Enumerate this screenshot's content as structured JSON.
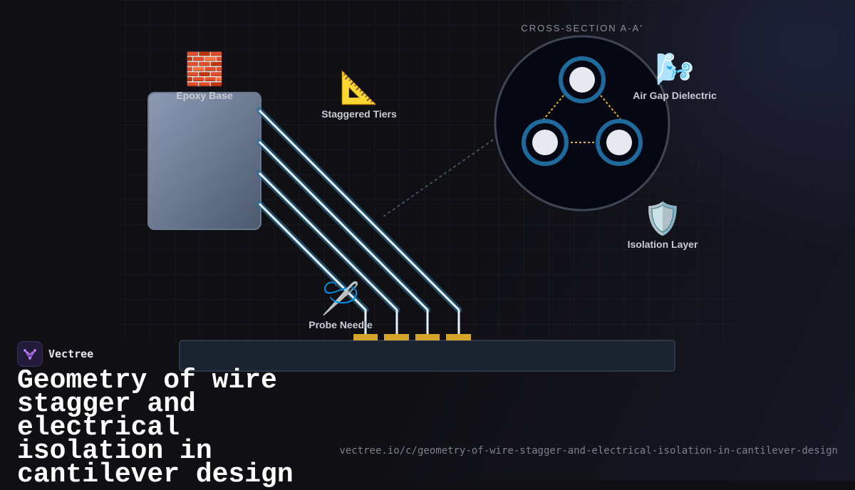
{
  "diagram": {
    "cross_section_title": "CROSS-SECTION A-A'",
    "labels": {
      "epoxy_base": "Epoxy Base",
      "staggered_tiers": "Staggered Tiers",
      "air_gap_dielectric": "Air Gap Dielectric",
      "isolation_layer": "Isolation Layer",
      "probe_needle": "Probe Needle"
    },
    "icons": {
      "epoxy_base": "🧱",
      "staggered_tiers": "📐",
      "air_gap_dielectric": "🌬️",
      "isolation_layer": "🛡️",
      "probe_needle": "🪡"
    },
    "wire_count": 4,
    "colors": {
      "wire": "#e8f4ff",
      "wire_glow": "#2a6f98",
      "insulation_ring": "#1f6a9c",
      "pad": "#d4a52a",
      "air_gap_line": "#f0b429",
      "epoxy_top": "#8c9ab4",
      "epoxy_bottom": "#4c5a70",
      "substrate": "#1b2230"
    }
  },
  "brand": {
    "name": "Vectree",
    "logo_icon": "vectree-logo-icon"
  },
  "footer": {
    "title": "Geometry of wire stagger and electrical isolation in cantilever design",
    "url": "vectree.io/c/geometry-of-wire-stagger-and-electrical-isolation-in-cantilever-design"
  }
}
